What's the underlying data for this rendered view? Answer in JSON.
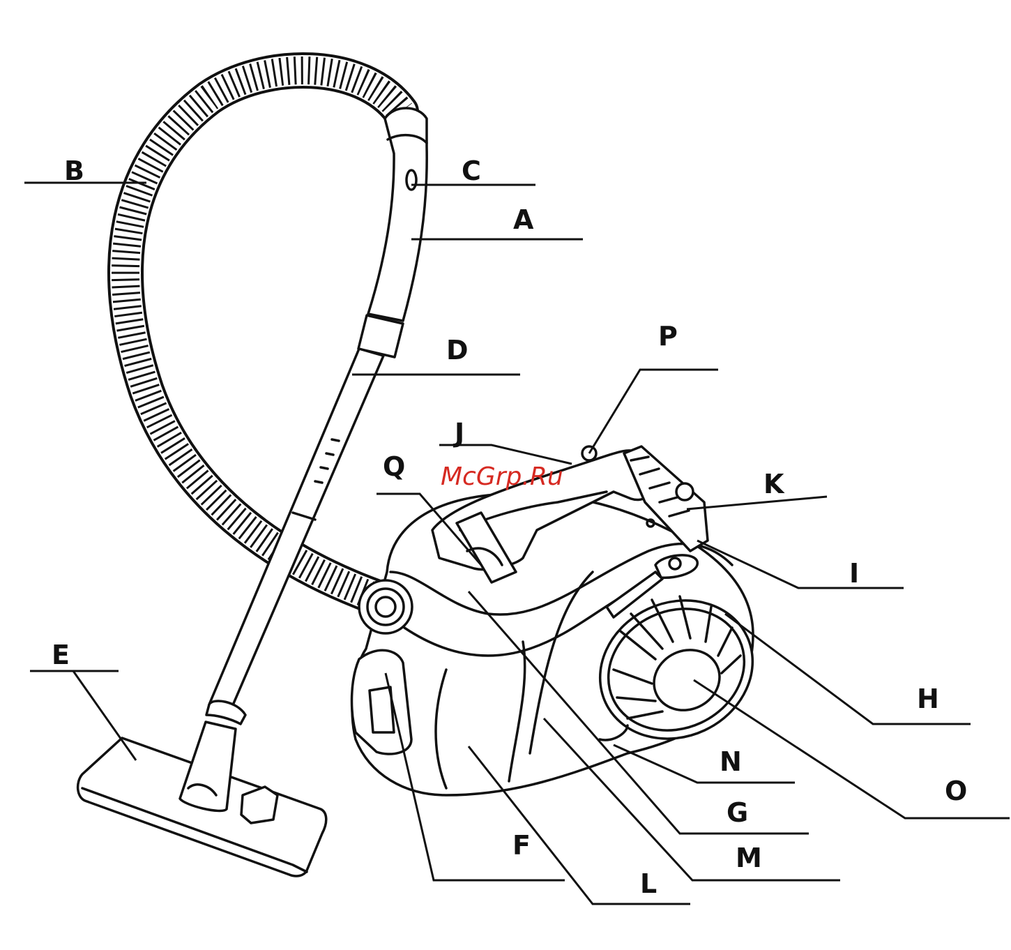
{
  "watermark": "McGrp.Ru",
  "labels": {
    "a": "A",
    "b": "B",
    "c": "C",
    "d": "D",
    "e": "E",
    "f": "F",
    "g": "G",
    "h": "H",
    "i": "I",
    "j": "J",
    "k": "K",
    "l": "L",
    "m": "M",
    "n": "N",
    "o": "O",
    "p": "P",
    "q": "Q"
  }
}
